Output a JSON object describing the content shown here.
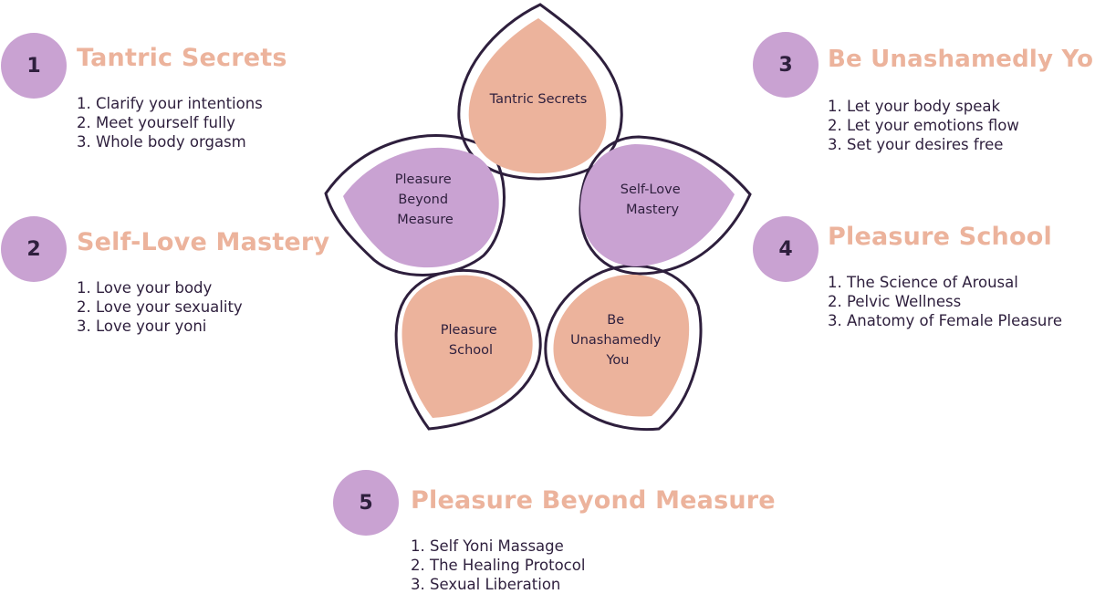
{
  "colors": {
    "peach": "#ecb39c",
    "lavender": "#c9a2d2",
    "outline": "#2e1f3d",
    "text": "#2e1f3d"
  },
  "petals": [
    {
      "lines": [
        "Tantric Secrets"
      ],
      "fill": "#ecb39c"
    },
    {
      "lines": [
        "Pleasure",
        "Beyond",
        "Measure"
      ],
      "fill": "#c9a2d2"
    },
    {
      "lines": [
        "Self-Love",
        "Mastery"
      ],
      "fill": "#c9a2d2"
    },
    {
      "lines": [
        "Pleasure",
        "School"
      ],
      "fill": "#ecb39c"
    },
    {
      "lines": [
        "Be",
        "Unashamedly",
        "You"
      ],
      "fill": "#ecb39c"
    }
  ],
  "steps": [
    {
      "number": "1",
      "title": "Tantric Secrets",
      "items": [
        "1. Clarify your intentions",
        "2. Meet yourself fully",
        "3. Whole body orgasm"
      ]
    },
    {
      "number": "2",
      "title": "Self-Love Mastery",
      "items": [
        "1. Love your body",
        "2. Love your sexuality",
        "3. Love your yoni"
      ]
    },
    {
      "number": "3",
      "title": "Be Unashamedly You",
      "items": [
        "1. Let your body speak",
        "2. Let your emotions flow",
        "3. Set your desires free"
      ]
    },
    {
      "number": "4",
      "title": "Pleasure School",
      "items": [
        "1. The Science of Arousal",
        "2. Pelvic Wellness",
        "3. Anatomy of Female Pleasure"
      ]
    },
    {
      "number": "5",
      "title": "Pleasure Beyond Measure",
      "items": [
        "1. Self Yoni Massage",
        "2. The Healing Protocol",
        "3. Sexual Liberation"
      ]
    }
  ]
}
